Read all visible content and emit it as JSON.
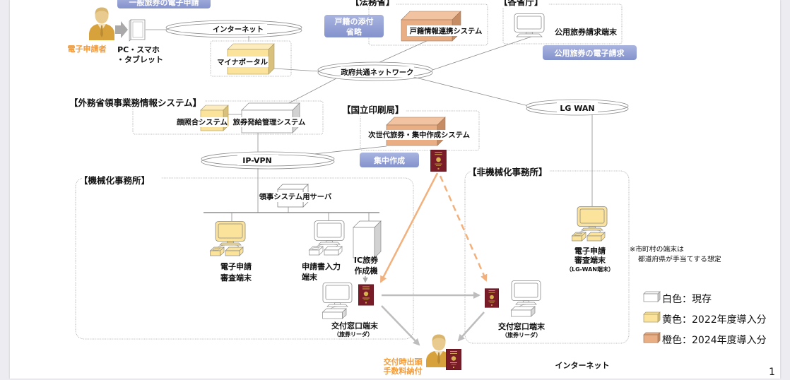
{
  "page_number": "1",
  "applicant": {
    "label": "電子申請者",
    "device_line1": "PC・スマホ",
    "device_line2": "・タブレット"
  },
  "callouts": {
    "online_application": "一般旅券の電子申請",
    "koseki_line1": "戸籍の添付",
    "koseki_line2": "省略",
    "official_request": "公用旅券の電子請求",
    "centralized": "集中作成"
  },
  "networks": {
    "internet": "インターネット",
    "government": "政府共通ネットワーク",
    "ip_vpn": "IP-VPN",
    "lg_wan": "LG WAN"
  },
  "mynaportal": {
    "label": "マイナポータル"
  },
  "moj": {
    "title": "【法務省】",
    "system": "戸籍情報連携システム"
  },
  "ministries": {
    "title": "【各省庁】",
    "terminal": "公用旅券請求端末"
  },
  "mofa": {
    "title": "【外務省領事業務情報システム】",
    "face_system": "顔照合システム",
    "issuance_system": "旅券発給管理システム"
  },
  "printing_bureau": {
    "title": "【国立印刷局】",
    "system": "次世代旅券・集中作成システム"
  },
  "mechanized_office": {
    "title": "【機械化事務所】",
    "server": "領事システム用サーバ",
    "review_terminal": [
      "電子申請",
      "審査端末"
    ],
    "input_terminal": [
      "申請書入力",
      "端末"
    ],
    "ic_machine": [
      "IC旅券",
      "作成機"
    ],
    "counter_terminal": "交付窓口端末",
    "counter_sub": "（旅券リーダ）"
  },
  "non_mechanized_office": {
    "title": "【非機械化事務所】",
    "review_terminal": [
      "電子申請",
      "審査端末"
    ],
    "review_sub": "（LG-WAN端末）",
    "counter_terminal": "交付窓口端末",
    "counter_sub": "（旅券リーダ）",
    "note": [
      "※市町村の端末は",
      "都道府県が手当てする想定"
    ]
  },
  "pickup": {
    "label": [
      "交付時出頭",
      "手数料納付"
    ],
    "channel": "インターネット"
  },
  "legend": [
    {
      "label": "白色：現存",
      "color": "#FFFFFF"
    },
    {
      "label": "黄色：2022年度導入分",
      "color": "#FBE39B"
    },
    {
      "label": "橙色：2024年度導入分",
      "color": "#E9AE84"
    }
  ],
  "colors": {
    "callout_blue": "#8E9BD2",
    "applicant_orange": "#F29A38",
    "passport_red": "#7A1C28",
    "flow_orange": "#F2B07C",
    "flow_gray": "#BDBDBD"
  }
}
